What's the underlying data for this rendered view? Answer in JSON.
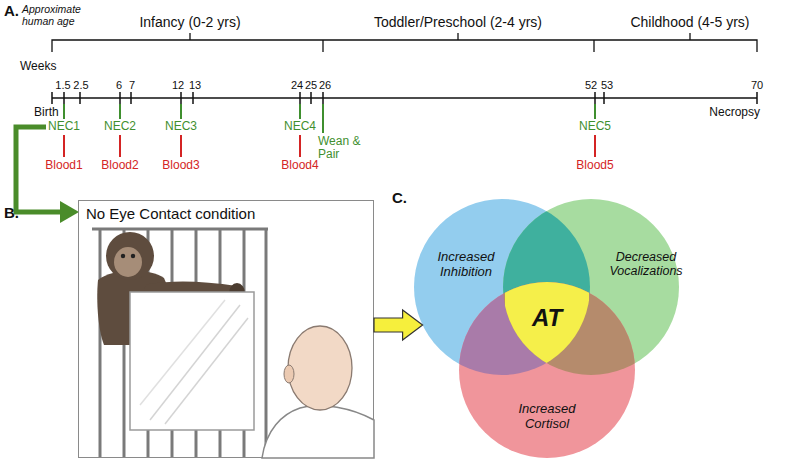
{
  "diagram": {
    "nodes": [
      {
        "text": [
          "No Eye Contact condition"
        ]
      },
      {
        "text": [
          "Increased Inhibition"
        ]
      },
      {
        "text": [
          "Decreased Vocalizations"
        ]
      },
      {
        "text": [
          "AT"
        ]
      },
      {
        "text": [
          "Increased Cortisol"
        ]
      }
    ],
    "edges": [
      {
        "from": 0,
        "to": 1,
        "arrow": "to"
      }
    ],
    "labels": [
      "A.",
      "Approximate human age",
      "Infancy (0-2 yrs)",
      "Toddler/Preschool (2-4 yrs)",
      "Childhood (4-5 yrs)",
      "Weeks",
      "1.5",
      "2.5",
      "6",
      "7",
      "12",
      "13",
      "24",
      "25",
      "26",
      "52",
      "53",
      "70",
      "Birth",
      "NEC1",
      "Blood1",
      "NEC2",
      "Blood2",
      "NEC3",
      "Blood3",
      "NEC4",
      "Blood4",
      "Wean & Pair",
      "NEC5",
      "Blood5",
      "Necropsy",
      "B.",
      "C."
    ]
  }
}
